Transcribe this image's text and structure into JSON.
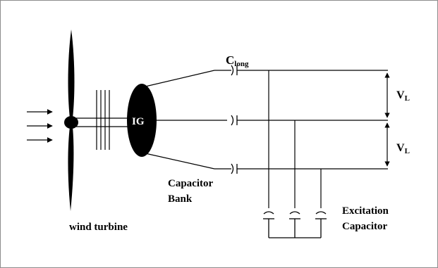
{
  "labels": {
    "generator": "IG",
    "series_cap_main": "C",
    "series_cap_sub": "long",
    "line_voltage_main": "V",
    "line_voltage_sub": "L",
    "capacitor_bank_line1": "Capacitor",
    "capacitor_bank_line2": "Bank",
    "excitation_line1": "Excitation",
    "excitation_line2": "Capacitor",
    "wind_turbine": "wind turbine"
  },
  "colors": {
    "ink": "#000000",
    "frame": "#8c8c8c",
    "background": "#ffffff"
  }
}
